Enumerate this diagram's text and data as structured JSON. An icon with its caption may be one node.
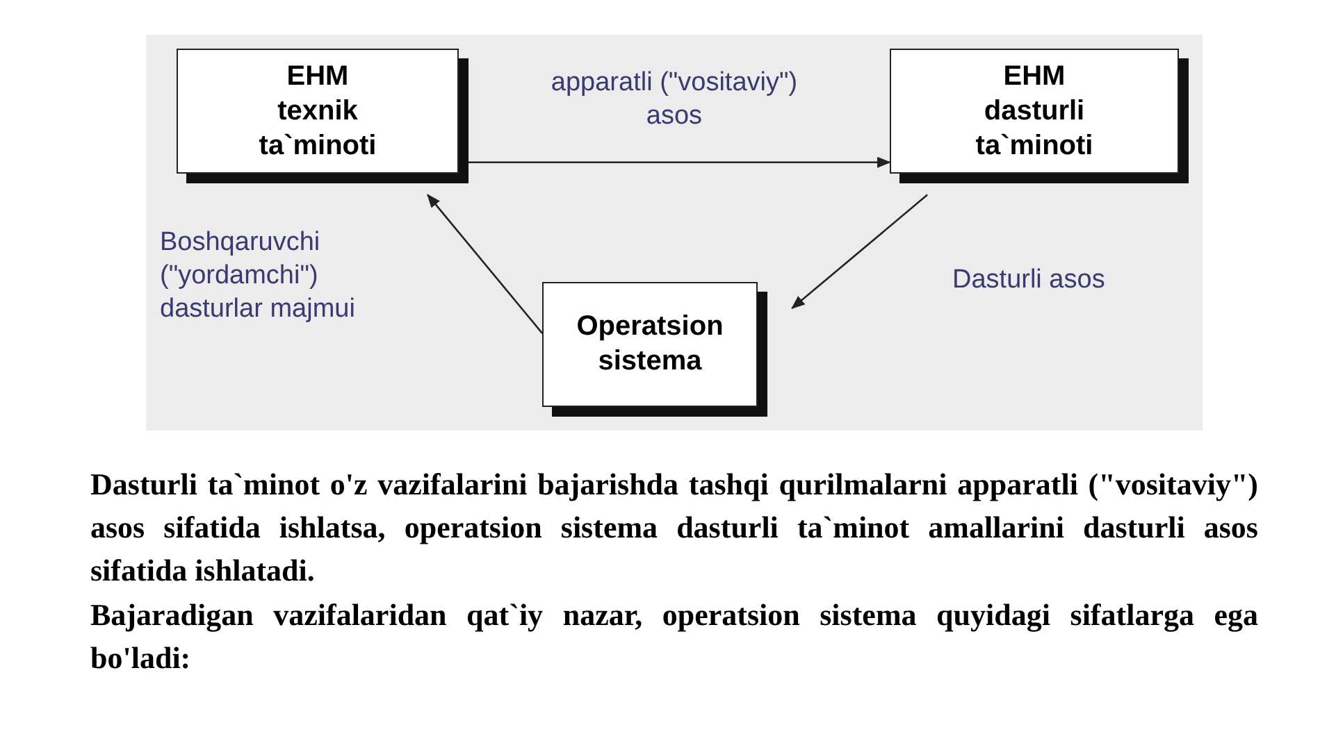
{
  "diagram": {
    "nodes": [
      {
        "text": [
          "EHM texnik ta`minoti"
        ]
      },
      {
        "text": [
          "EHM dasturli ta`minoti"
        ]
      },
      {
        "text": [
          "Operatsion sistema"
        ]
      }
    ],
    "edges": [
      {
        "from": 0,
        "to": 1,
        "arrow": "to",
        "label": "apparatli (\"vositaviy\") asos"
      },
      {
        "from": 2,
        "to": 0,
        "arrow": "to"
      },
      {
        "from": 1,
        "to": 2,
        "arrow": "to"
      }
    ],
    "labels": [
      "Boshqaruvchi (\"yordamchi\") dasturlar majmui",
      "Dasturli asos",
      "Dasturli ta`minot o'z vazifalarini bajarishda tashqi qurilmalarni apparatli (\"vositaviy\") asos sifatida ishlatsa, operatsion sistema dasturli ta`minot amallarini dasturli asos sifatida ishlatadi.",
      "Bajaradigan vazifalaridan qat`iy nazar, operatsion sistema quyidagi sifatlarga ega bo'ladi:"
    ]
  }
}
